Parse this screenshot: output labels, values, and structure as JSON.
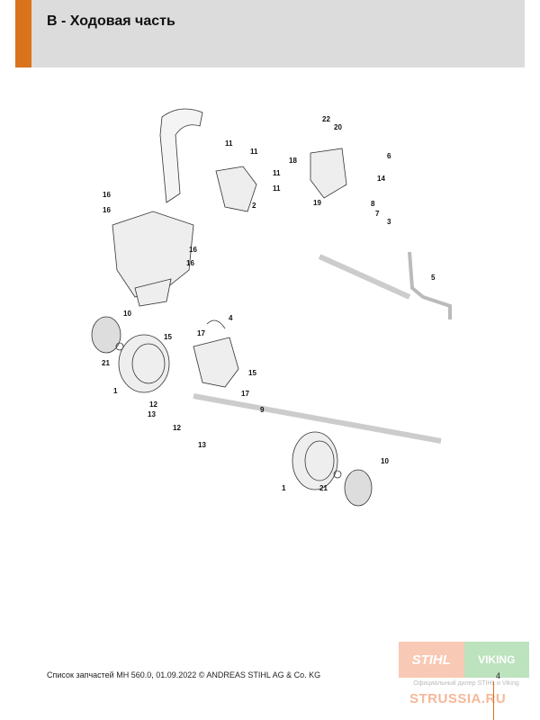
{
  "header": {
    "title": "B - Ходовая часть",
    "accent_color": "#d9731c"
  },
  "callouts": [
    "22",
    "20",
    "11",
    "11",
    "18",
    "11",
    "11",
    "6",
    "14",
    "16",
    "16",
    "2",
    "19",
    "8",
    "7",
    "3",
    "16",
    "16",
    "5",
    "10",
    "4",
    "17",
    "15",
    "21",
    "15",
    "1",
    "17",
    "9",
    "12",
    "13",
    "12",
    "13",
    "10",
    "21",
    "1"
  ],
  "footer": {
    "text": "Список запчастей MH 560.0, 01.09.2022 © ANDREAS STIHL AG & Co. KG",
    "page": "4"
  },
  "watermark": {
    "brand1": "STIHL",
    "brand2": "VIKING",
    "subtitle": "Официальный дилер STIHL и Viking",
    "site": "STRUSSIA.RU"
  }
}
